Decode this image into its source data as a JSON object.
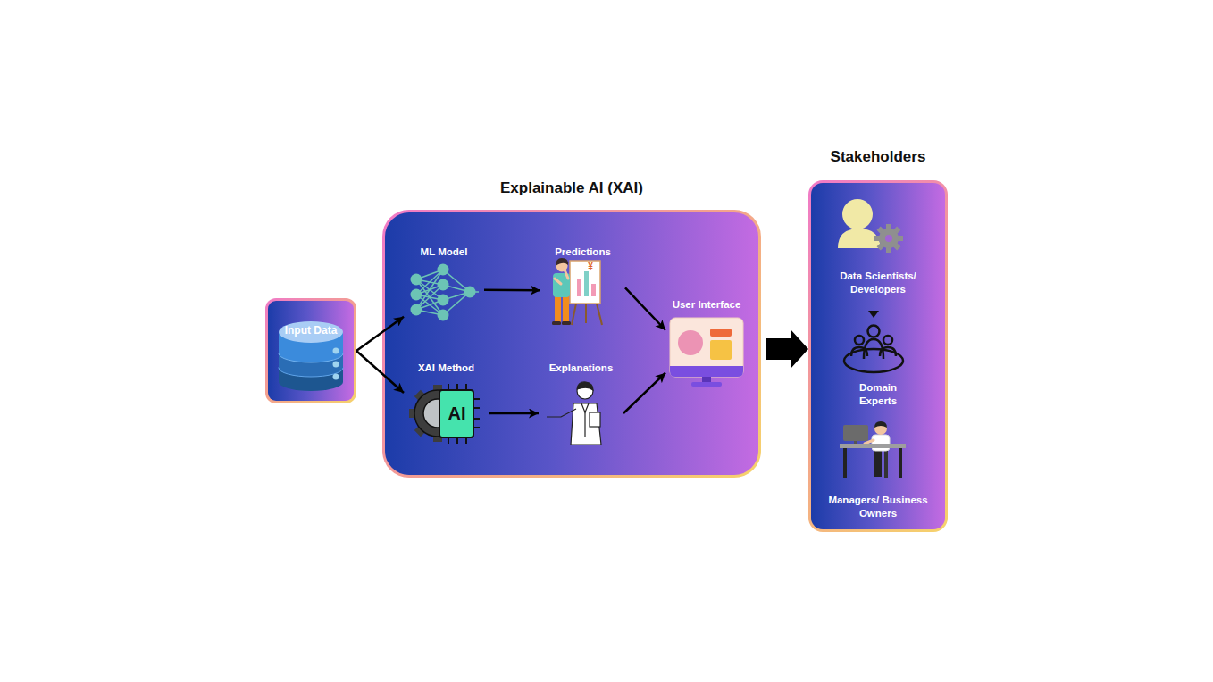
{
  "diagram": {
    "nodes": [
      {
        "text": [
          "Input Data"
        ]
      },
      {
        "text": [
          "Explainable AI (XAI)"
        ]
      },
      {
        "text": [
          "ML Model"
        ],
        "in": 1
      },
      {
        "text": [
          "Predictions"
        ],
        "in": 1
      },
      {
        "text": [
          "XAI Method"
        ],
        "in": 1
      },
      {
        "text": [
          "Explanations"
        ],
        "in": 1
      },
      {
        "text": [
          "User Interface"
        ],
        "in": 1
      },
      {
        "text": [
          "Stakeholders"
        ]
      },
      {
        "text": [
          "Data Scientists/ Developers"
        ],
        "in": 7
      },
      {
        "text": [
          "Domain Experts"
        ],
        "in": 7
      },
      {
        "text": [
          "Managers/ Business Owners"
        ],
        "in": 7
      }
    ],
    "edges": [
      {
        "from": 0,
        "to": 2,
        "arrow": "to"
      },
      {
        "from": 0,
        "to": 4,
        "arrow": "to"
      },
      {
        "from": 2,
        "to": 3,
        "arrow": "to"
      },
      {
        "from": 4,
        "to": 5,
        "arrow": "to"
      },
      {
        "from": 3,
        "to": 6,
        "arrow": "to"
      },
      {
        "from": 5,
        "to": 6,
        "arrow": "to"
      },
      {
        "from": 1,
        "to": 7,
        "arrow": "to"
      }
    ],
    "labels": [
      "¥",
      "AI"
    ]
  }
}
